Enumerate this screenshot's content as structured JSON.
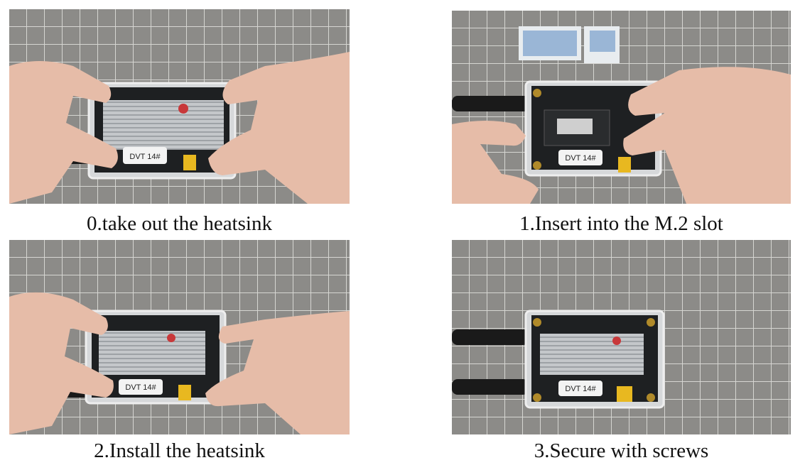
{
  "steps": [
    {
      "caption": "0.take out the heatsink",
      "tag": "DVT 14#"
    },
    {
      "caption": "1.Insert into the M.2 slot",
      "tag": "DVT 14#"
    },
    {
      "caption": "2.Install the heatsink",
      "tag": "DVT 14#"
    },
    {
      "caption": "3.Secure with screws",
      "tag": "DVT 14#"
    }
  ],
  "colors": {
    "mat": "#8c8b88",
    "grid": "#d6d6d2",
    "heatsink": "#b9bcc0",
    "pcb": "#1e2022",
    "skin": "#e6bca8",
    "antenna": "#1a1a1a",
    "thermal_pad": "#9ab6d6",
    "gold": "#e8b820"
  }
}
